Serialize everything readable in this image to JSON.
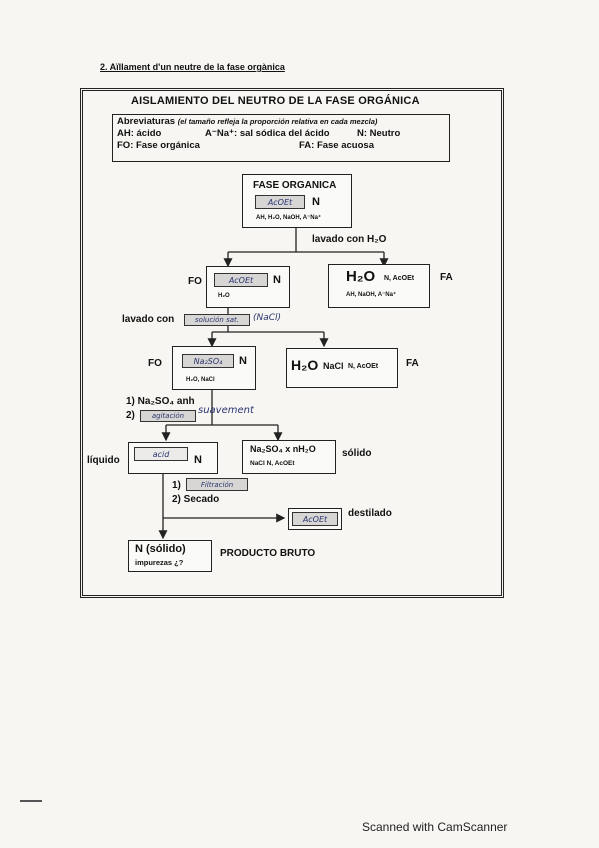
{
  "heading": "2.  Aïllament d'un neutre de la fase orgànica",
  "title": "AISLAMIENTO DEL NEUTRO DE LA FASE ORGÁNICA",
  "abbreviations": {
    "label": "Abreviaturas",
    "note": "(el tamaño refleja la proporción relativa en cada mezcla)",
    "ah": "AH: ácido",
    "ana": "A⁻Na⁺: sal sódica del ácido",
    "n": "N: Neutro",
    "fo": "FO: Fase orgánica",
    "fa": "FA: Fase acuosa"
  },
  "step1": {
    "title": "FASE ORGANICA",
    "fill": "AcOEt",
    "n": "N",
    "small": "AH, H₂O, NaOH, A⁻Na⁺"
  },
  "wash1": "lavado con H₂O",
  "step2": {
    "fo_label": "FO",
    "fo_fill": "AcOEt",
    "fo_n": "N",
    "fo_small": "H₂O",
    "aq_main": "H₂O",
    "aq_side": "N, AcOEt",
    "aq_small": "AH, NaOH, A⁻Na⁺",
    "fa_label": "FA"
  },
  "wash2": {
    "label": "lavado con",
    "fill": "solución sat.",
    "hand": "(NaCl)"
  },
  "step3": {
    "fo_label": "FO",
    "fo_fill": "Na₂SO₄",
    "fo_n": "N",
    "fo_small": "H₂O, NaCl",
    "aq_main": "H₂O",
    "aq_nacl": "NaCl",
    "aq_side": "N, AcOEt",
    "fa_label": "FA"
  },
  "drying": {
    "s1": "1) Na₂SO₄ anh",
    "s2_num": "2)",
    "s2_fill": "agitación",
    "s2_hand": "suavement"
  },
  "step4": {
    "liq_label": "líquido",
    "liq_fill": "acid",
    "liq_n": "N",
    "solid_main": "Na₂SO₄ x nH₂O",
    "solid_small": "NaCl  N, AcOEt",
    "solid_label": "sólido"
  },
  "step5": {
    "s1_num": "1)",
    "s1_fill": "Filtración",
    "s2": "2) Secado",
    "dist_fill": "AcOEt",
    "dist_label": "destilado"
  },
  "product": {
    "main": "N (sólido)",
    "impurities": "impurezas ¿?",
    "label": "PRODUCTO BRUTO"
  },
  "scanner": "Scanned with CamScanner"
}
